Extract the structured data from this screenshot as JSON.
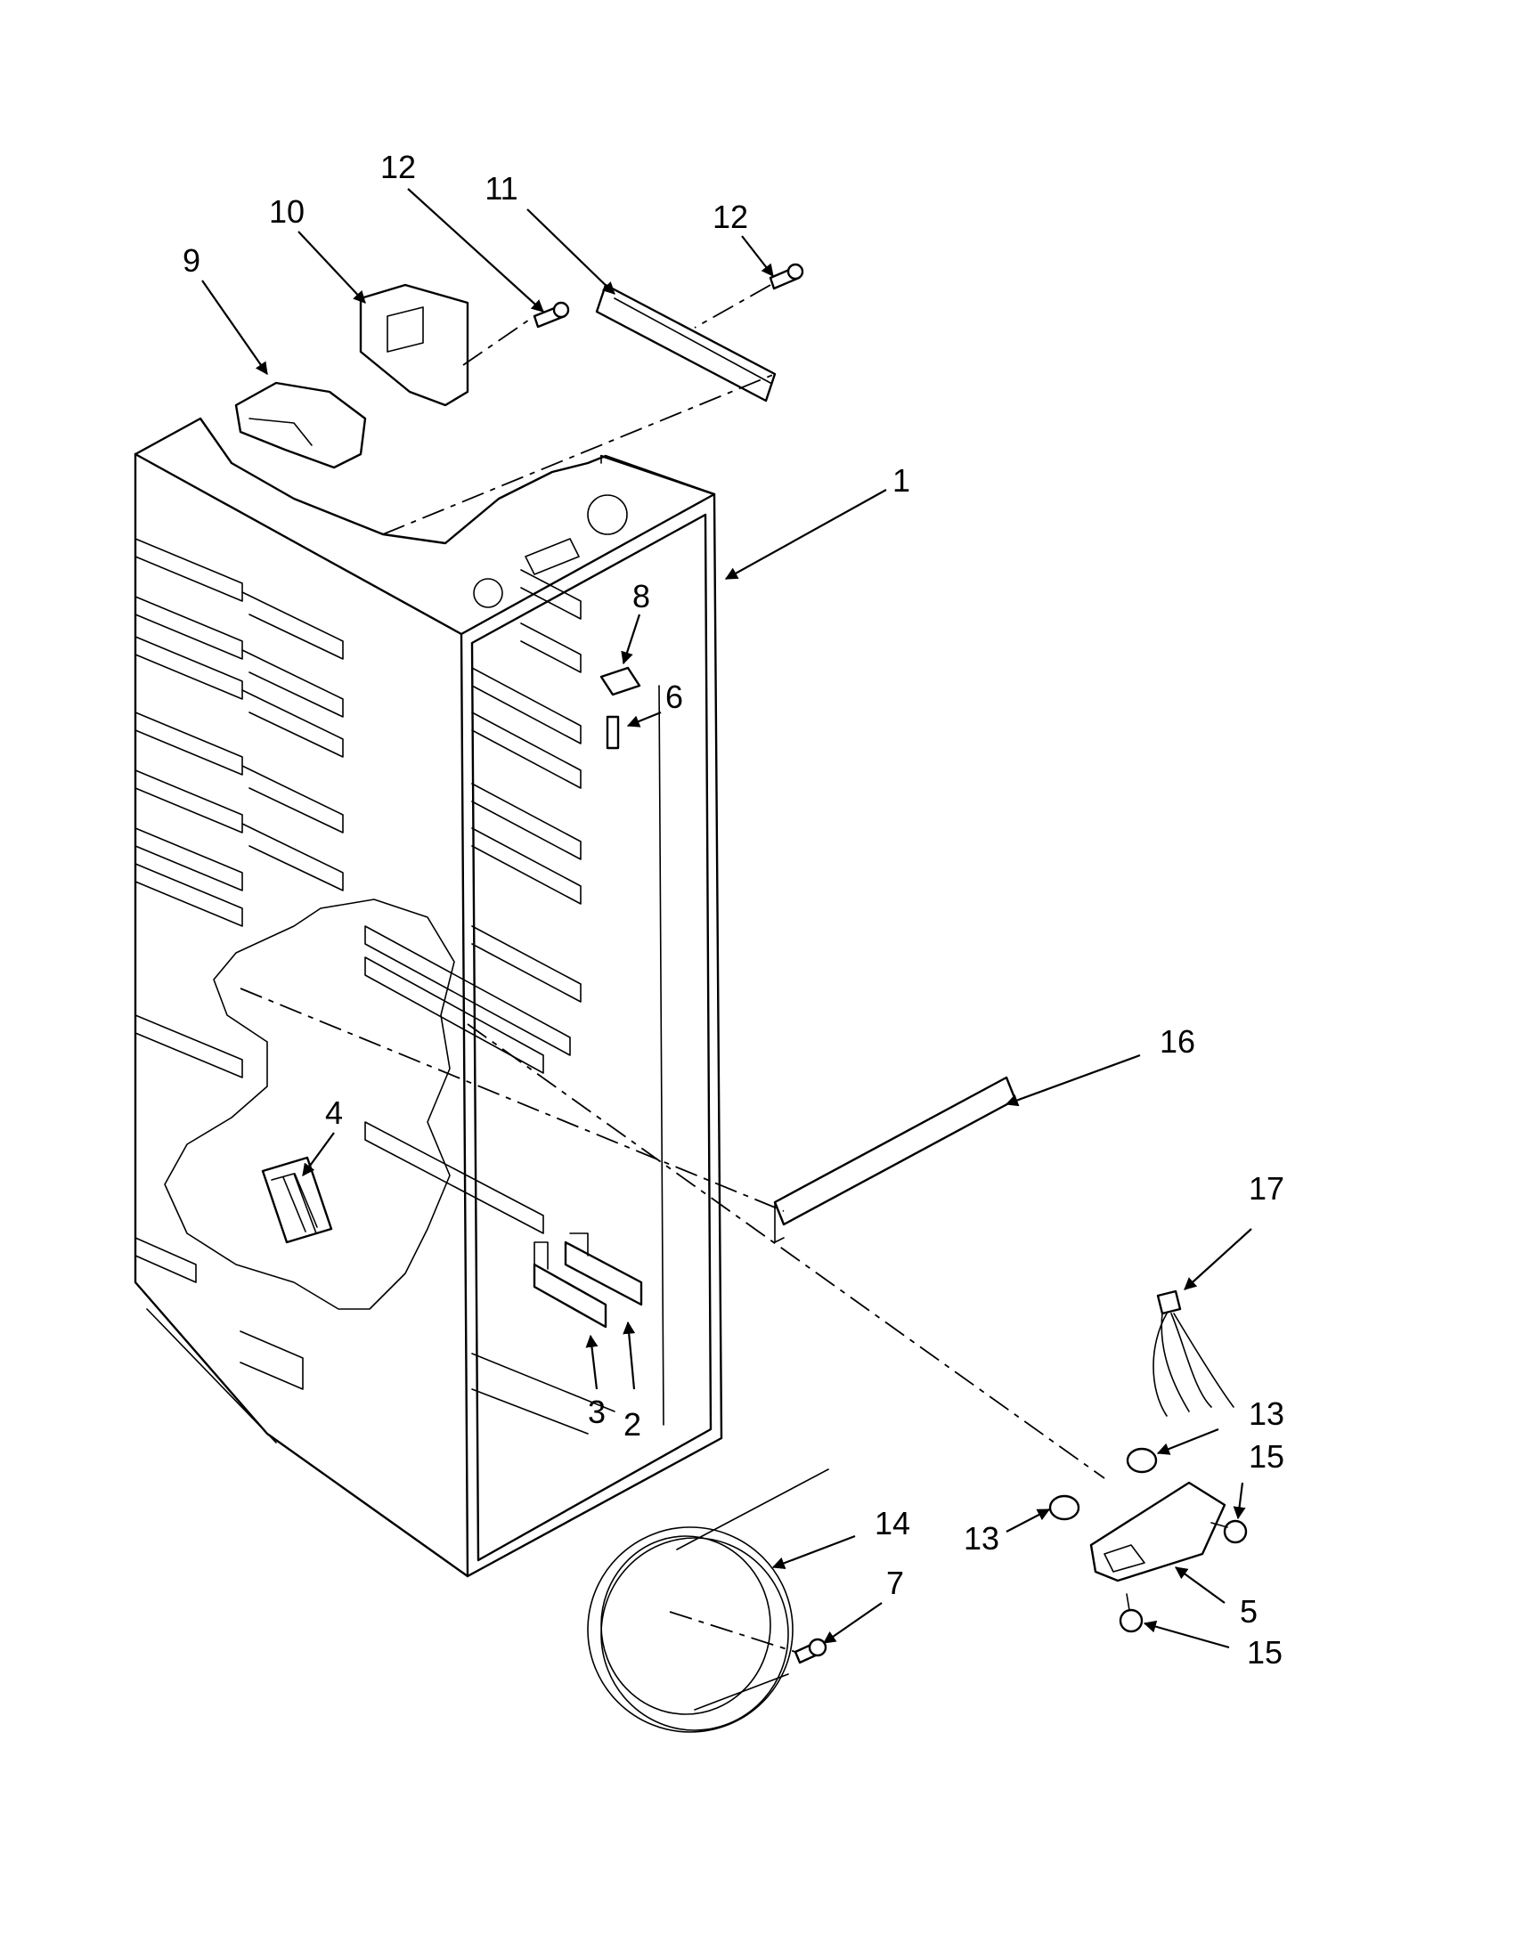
{
  "diagram": {
    "callouts": [
      {
        "id": "c12a",
        "label": "12"
      },
      {
        "id": "c11",
        "label": "11"
      },
      {
        "id": "c12b",
        "label": "12"
      },
      {
        "id": "c10",
        "label": "10"
      },
      {
        "id": "c9",
        "label": "9"
      },
      {
        "id": "c1",
        "label": "1"
      },
      {
        "id": "c8",
        "label": "8"
      },
      {
        "id": "c6",
        "label": "6"
      },
      {
        "id": "c16",
        "label": "16"
      },
      {
        "id": "c4",
        "label": "4"
      },
      {
        "id": "c17",
        "label": "17"
      },
      {
        "id": "c3",
        "label": "3"
      },
      {
        "id": "c2",
        "label": "2"
      },
      {
        "id": "c13a",
        "label": "13"
      },
      {
        "id": "c15a",
        "label": "15"
      },
      {
        "id": "c13b",
        "label": "13"
      },
      {
        "id": "c14",
        "label": "14"
      },
      {
        "id": "c7",
        "label": "7"
      },
      {
        "id": "c5",
        "label": "5"
      },
      {
        "id": "c15b",
        "label": "15"
      }
    ]
  }
}
